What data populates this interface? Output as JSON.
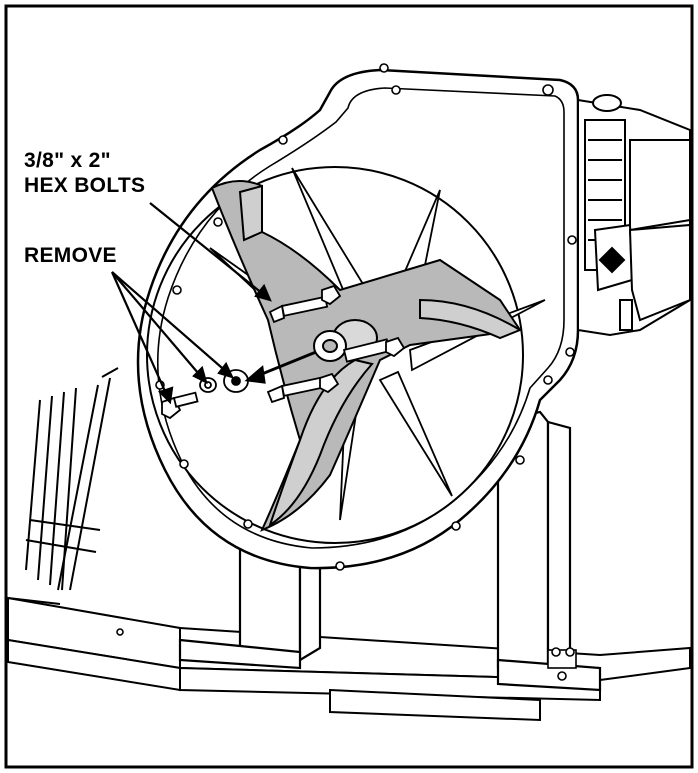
{
  "callouts": {
    "bolts_line1": "3/8\" x 2\"",
    "bolts_line2": "HEX BOLTS",
    "remove": "REMOVE"
  },
  "colors": {
    "impeller_fill": "#b9b9b9",
    "line": "#000000",
    "background": "#ffffff"
  }
}
